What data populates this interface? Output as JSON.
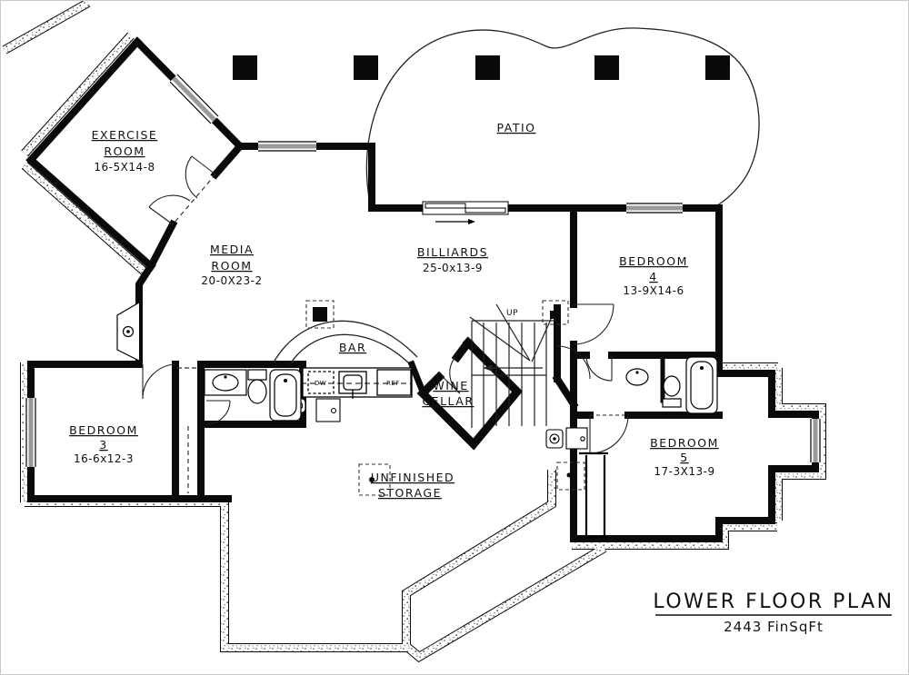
{
  "drawing": {
    "type": "floor-plan",
    "title": "LOWER FLOOR PLAN",
    "area": "2443 FinSqFt"
  },
  "rooms": {
    "exercise": {
      "name1": "EXERCISE",
      "name2": "ROOM",
      "dims": "16-5X14-8"
    },
    "patio": {
      "name1": "PATIO"
    },
    "media": {
      "name1": "MEDIA",
      "name2": "ROOM",
      "dims": "20-0X23-2"
    },
    "billiards": {
      "name1": "BILLIARDS",
      "dims": "25-0x13-9"
    },
    "bedroom4": {
      "name1": "BEDROOM",
      "name2": "4",
      "dims": "13-9X14-6"
    },
    "bar": {
      "name1": "BAR"
    },
    "wine_cellar": {
      "name1": "WINE",
      "name2": "CELLAR"
    },
    "bedroom3": {
      "name1": "BEDROOM",
      "name2": "3",
      "dims": "16-6x12-3"
    },
    "bedroom5": {
      "name1": "BEDROOM",
      "name2": "5",
      "dims": "17-3X13-9"
    },
    "storage": {
      "name1": "UNFINISHED",
      "name2": "STORAGE"
    }
  },
  "annotations": {
    "up": "UP",
    "dw": "DW",
    "ref": "REF"
  },
  "colors": {
    "wall": "#0a0a0a",
    "window": "#9a9a9a",
    "paper": "#ffffff",
    "stipple_dot": "#444444"
  }
}
